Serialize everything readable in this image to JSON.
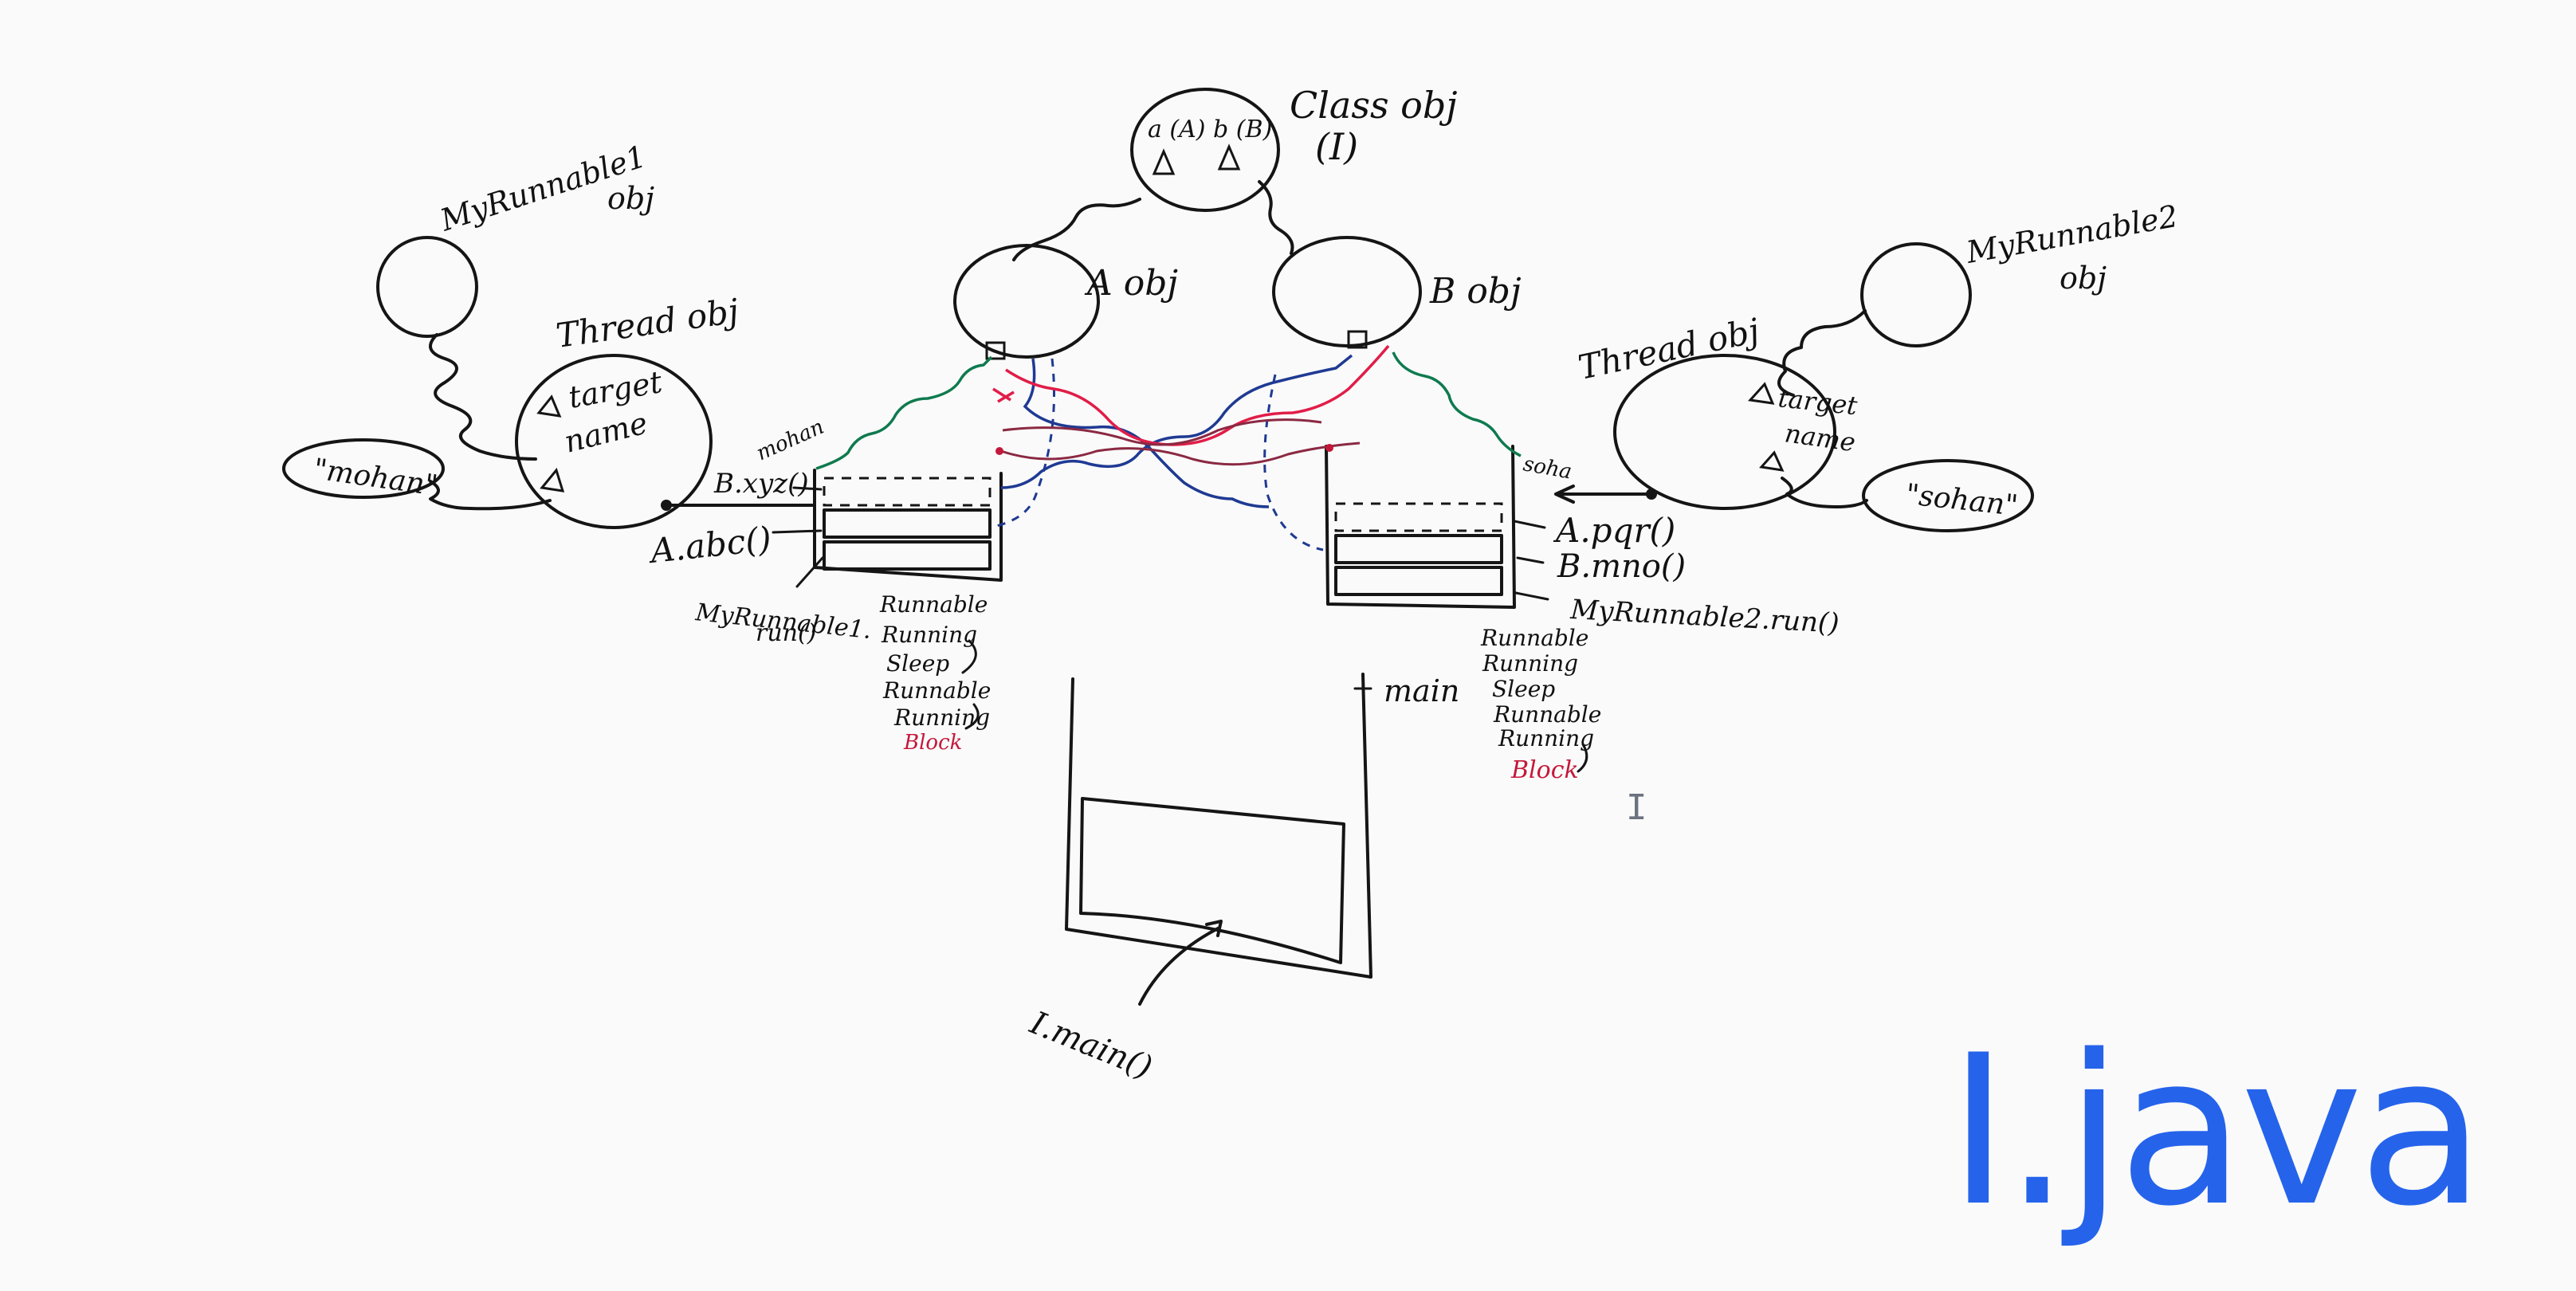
{
  "colors": {
    "ink": "#151515",
    "green": "#0f7a4f",
    "blue": "#1f3a93",
    "red": "#e11d48",
    "maroon": "#8b2942",
    "brand": "#2563eb"
  },
  "labels": {
    "class_obj": "Class obj",
    "class_obj_i": "(I)",
    "class_field_a": "a (A)",
    "class_field_b": "b (B)",
    "a_obj": "A obj",
    "b_obj": "B obj",
    "myrunnable1_obj_line1": "MyRunnable1",
    "myrunnable1_obj_line2": "obj",
    "myrunnable2_obj_line1": "MyRunnable2",
    "myrunnable2_obj_line2": "obj",
    "thread_obj_left": "Thread obj",
    "thread_obj_right": "Thread obj",
    "target_left": "target",
    "name_left": "name",
    "target_right": "target",
    "name_right": "name",
    "mohan": "\"mohan\"",
    "sohan": "\"sohan\"",
    "mohan_stack": "mohan",
    "sohan_stack": "soha",
    "b_xyz": "B.xyz()",
    "a_abc": "A.abc()",
    "myrunnable1_run": "MyRunnable1.",
    "myrunnable1_run2": "run()",
    "a_pqr": "A.pqr()",
    "b_mno": "B.mno()",
    "myrunnable2_run": "MyRunnable2.run()",
    "main_stack": "main",
    "i_main": "I.main()",
    "file_name": "I.java"
  },
  "states_left": [
    "Runnable",
    "Running",
    "Sleep",
    "Runnable",
    "Running"
  ],
  "state_left_block": "Block",
  "states_right": [
    "Runnable",
    "Running",
    "Sleep",
    "Runnable",
    "Running"
  ],
  "state_right_block": "Block"
}
